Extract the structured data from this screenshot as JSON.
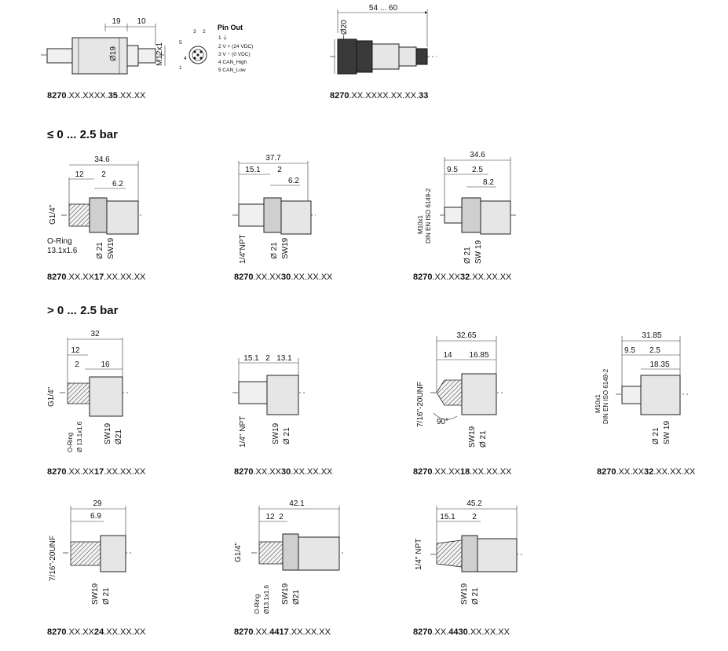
{
  "top": {
    "d35": {
      "dims": [
        "19",
        "10",
        "Ø19",
        "M12x1"
      ],
      "caption": {
        "prefix": "8270",
        "mid1": ".XX.XXXX.",
        "bold": "35",
        "mid2": ".XX.XX",
        "suffix": ""
      }
    },
    "pinout": {
      "title": "Pin Out",
      "numbers": [
        "5",
        "3",
        "2",
        "4",
        "1"
      ],
      "lines": [
        "1  ⏚",
        "2  V + (24 VDC)",
        "3  V − (0 VDC)",
        "4  CAN_High",
        "5  CAN_Low"
      ]
    },
    "d33": {
      "dims": [
        "54 ... 60",
        "~Ø20"
      ],
      "caption": {
        "prefix": "8270",
        "mid1": ".XX.XXXX.XX.XX.",
        "bold": "33",
        "mid2": "",
        "suffix": ""
      }
    }
  },
  "section1": {
    "heading": "≤ 0 ... 2.5 bar",
    "d17": {
      "dims": [
        "34.6",
        "12",
        "2",
        "6.2",
        "G1/4\"",
        "O-Ring",
        "13.1x1.6",
        "Ø 21",
        "SW19"
      ],
      "caption": {
        "prefix": "8270",
        "mid1": ".XX.XX",
        "bold": "17",
        "mid2": ".XX.XX.XX"
      }
    },
    "d30": {
      "dims": [
        "37.7",
        "15.1",
        "2",
        "6.2",
        "1/4\"NPT",
        "Ø 21",
        "SW19"
      ],
      "caption": {
        "prefix": "8270",
        "mid1": ".XX.XX",
        "bold": "30",
        "mid2": ".XX.XX.XX"
      }
    },
    "d32": {
      "dims": [
        "34.6",
        "9.5",
        "2.5",
        "8.2",
        "M10x1",
        "DIN EN ISO 6149-2",
        "Ø 21",
        "SW 19"
      ],
      "caption": {
        "prefix": "8270",
        "mid1": ".XX.XX",
        "bold": "32",
        "mid2": ".XX.XX.XX"
      }
    }
  },
  "section2": {
    "heading": "> 0 ... 2.5 bar",
    "d17": {
      "dims": [
        "32",
        "12",
        "2",
        "16",
        "G1/4\"",
        "O-Ring",
        "Ø 13.1x1.6",
        "SW19",
        "Ø21"
      ],
      "caption": {
        "prefix": "8270",
        "mid1": ".XX.XX",
        "bold": "17",
        "mid2": ".XX.XX.XX"
      }
    },
    "d30": {
      "dims": [
        "15.1",
        "2",
        "13.1",
        "1/4\" NPT",
        "SW19",
        "Ø 21"
      ],
      "caption": {
        "prefix": "8270",
        "mid1": ".XX.XX",
        "bold": "30",
        "mid2": ".XX.XX.XX"
      }
    },
    "d18": {
      "dims": [
        "32.65",
        "14",
        "16.85",
        "7/16\"-20UNF",
        "90°",
        "SW19",
        "Ø 21"
      ],
      "caption": {
        "prefix": "8270",
        "mid1": ".XX.XX",
        "bold": "18",
        "mid2": ".XX.XX.XX"
      }
    },
    "d32": {
      "dims": [
        "31.85",
        "9.5",
        "2.5",
        "18.35",
        "M10x1",
        "DIN EN ISO 6149-2",
        "Ø 21",
        "SW 19"
      ],
      "caption": {
        "prefix": "8270",
        "mid1": ".XX.XX",
        "bold": "32",
        "mid2": ".XX.XX.XX"
      }
    }
  },
  "section3": {
    "d24": {
      "dims": [
        "29",
        "6.9",
        "7/16\"-20UNF",
        "SW19",
        "Ø 21"
      ],
      "caption": {
        "prefix": "8270",
        "mid1": ".XX.XX",
        "bold": "24",
        "mid2": ".XX.XX.XX"
      }
    },
    "d4417": {
      "dims": [
        "42.1",
        "12",
        "2",
        "G1/4\"",
        "O-Ring",
        "Ø13.1x1.6",
        "SW19",
        "Ø21"
      ],
      "caption": {
        "prefix": "8270",
        "mid1": ".XX.",
        "bold": "4417",
        "mid2": ".XX.XX.XX"
      }
    },
    "d4430": {
      "dims": [
        "45.2",
        "15.1",
        "2",
        "1/4\" NPT",
        "SW19",
        "Ø 21"
      ],
      "caption": {
        "prefix": "8270",
        "mid1": ".XX.",
        "bold": "4430",
        "mid2": ".XX.XX.XX"
      }
    }
  }
}
